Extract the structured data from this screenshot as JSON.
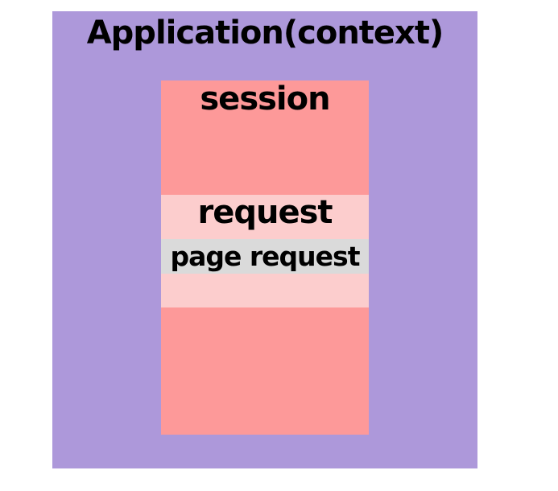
{
  "diagram": {
    "application": {
      "title": "Application(context)",
      "color": "#ad98da"
    },
    "session": {
      "label": "session",
      "color": "#fd9999"
    },
    "request": {
      "label": "request",
      "color": "#fccdcd"
    },
    "page_request": {
      "label": "page request",
      "color": "#dadada"
    }
  },
  "canvas": {
    "background": "#ffffff",
    "text_color": "#000000"
  }
}
